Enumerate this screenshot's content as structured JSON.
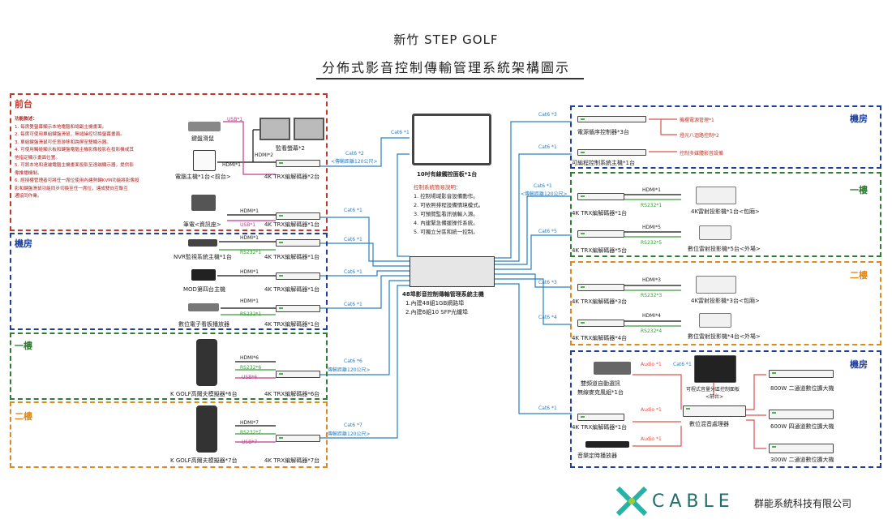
{
  "header": {
    "title": "新竹 STEP GOLF",
    "subtitle": "分佈式影音控制傳輸管理系統架構圖示"
  },
  "zones": {
    "front_desk": "前台",
    "machine_room_left": "機房",
    "floor1_left": "一樓",
    "floor2_left": "二樓",
    "machine_room_right": "機房",
    "floor1_right": "一樓",
    "floor2_right": "二樓",
    "machine_room_audio": "機房"
  },
  "features": {
    "title": "功能敘述：",
    "items": [
      "1. 每席雙螢幕顯示本地電腦和總副主機畫面。",
      "2. 每席可使用單組鍵盤滑鼠，無縫操控切換螢幕畫面。",
      "3. 單組鍵盤滑鼠可任意游移和跨屏至雙顯示器。",
      "4. 可使用觸碰顯示板和鍵盤電腦主機影像投影在投影機或其",
      "    他指定顯示畫面位置。",
      "5. 可將本地和遠端電腦主機畫面投影至遠端顯示器，提供影",
      "    像推播機制。",
      "6. 經授權管理者可將任一席位使用內建熱鍵KVM功能將影像投",
      "    影和鍵盤滑鼠功能同步切換至任一席位，達成雙向互聯互",
      "    通協同作業。"
    ]
  },
  "left_devices": {
    "keyboard": "鍵盤滑鼠",
    "monitors": "監看螢幕*2",
    "pc_host": "電腦主機*1台<前台>",
    "trx2": "4K TRX編解碼器*2台",
    "laptop": "筆電<資訊座>",
    "trx1a": "4K TRX編解碼器*1台",
    "nvr": "NVR監視系統主機*1台",
    "trx1b": "4K TRX編解碼器*1台",
    "mod": "MOD第四台主機",
    "trx1c": "4K TRX編解碼器*1台",
    "signage": "數位電子看板播放器",
    "trx1d": "4K TRX編解碼器*1台",
    "kgolf6": "K GOLF高爾夫模擬器*6台",
    "trx6": "4K TRX編解碼器*6台",
    "kgolf7": "K GOLF高爾夫模擬器*7台",
    "trx7": "4K TRX編解碼器*7台"
  },
  "center": {
    "panel": "10吋有線觸控面板*1台",
    "panel_note_title": "控制系統簡易說明：",
    "panel_notes": [
      "1. 控制場域影音設備動作。",
      "2. 可依照排程設備情境模式。",
      "3. 可預覽監看訊號輸入源。",
      "4. 內建緊急備援操作系統。",
      "5. 可獨立分區和統一控制。"
    ],
    "host_title": "48埠影音控制傳輸管理系統主機",
    "host_notes": [
      "1.內建48組1GB網路埠",
      "2.內建6組10 SFP光纖埠"
    ]
  },
  "right_devices": {
    "power_seq": "電源循序控制器*3台",
    "power_mgmt": "機櫃電源管理*1",
    "light_ctrl": "燈光八迴路控制*2",
    "projector_power": "控制多媒體影音設備",
    "prog_ctrl": "可編程控制系統主機*1台",
    "trx_f1a": "4K TRX編解碼器*1台",
    "proj_f1a": "4K雷射投影機*1台<包廂>",
    "trx_f1b": "4K TRX編解碼器*5台",
    "proj_f1b": "數位雷射投影機*5台<外場>",
    "trx_f2a": "4K TRX編解碼器*3台",
    "proj_f2a": "4K雷射投影機*3台<包廂>",
    "trx_f2b": "4K TRX編解碼器*4台",
    "proj_f2b": "數位雷射投影機*4台<外場>",
    "mic": "雙頻道自動選訊",
    "mic2": "無線麥克風組*1台",
    "dsp_panel": "可程式音量分區控制面板",
    "dsp_panel2": "<前台>",
    "trx_audio": "4K TRX編解碼器*1台",
    "dsp": "數位混音處理器",
    "music": "音樂定時播放器",
    "amp800": "800W 二通道數位擴大機",
    "amp600": "600W 四通道數位擴大機",
    "amp300": "300W 二通道數位擴大機"
  },
  "links": {
    "usb1": "USB*1",
    "hdmi2": "HDMI*2",
    "hdmi1": "HDMI*1",
    "usb1b": "USB*1",
    "cat6_2": "Cat6 *2",
    "dist120": "<傳輸距離120公尺>",
    "cat6_1": "Cat6 *1",
    "rs232_1": "RS232*1",
    "hdmi6": "HDMI*6",
    "rs232_6": "RS232*6",
    "usb6": "USB*6",
    "cat6_6": "Cat6 *6",
    "dist120b": "傳輸距離120公尺>",
    "hdmi7": "HDMI*7",
    "rs232_7": "RS232*7",
    "usb7": "USB*7",
    "cat6_7": "Cat6 *7",
    "dist120c": "傳輸距離120公尺>",
    "cat6_3": "Cat6 *3",
    "cat6_5": "Cat6 *5",
    "cat6_4": "Cat6 *4",
    "hdmi5": "HDMI*5",
    "rs232_5": "RS232*5",
    "hdmi3": "HDMI*3",
    "rs232_3": "RS232*3",
    "hdmi4": "HDMI*4",
    "rs232_4": "RS232*4",
    "audio1": "Audio *1",
    "cat6_1_right": "Cat6 *1",
    "dist120_right": "<傳輸距離120公尺>"
  },
  "brand": {
    "logo_text": "CABLE",
    "company": "群能系統科技有限公司"
  }
}
